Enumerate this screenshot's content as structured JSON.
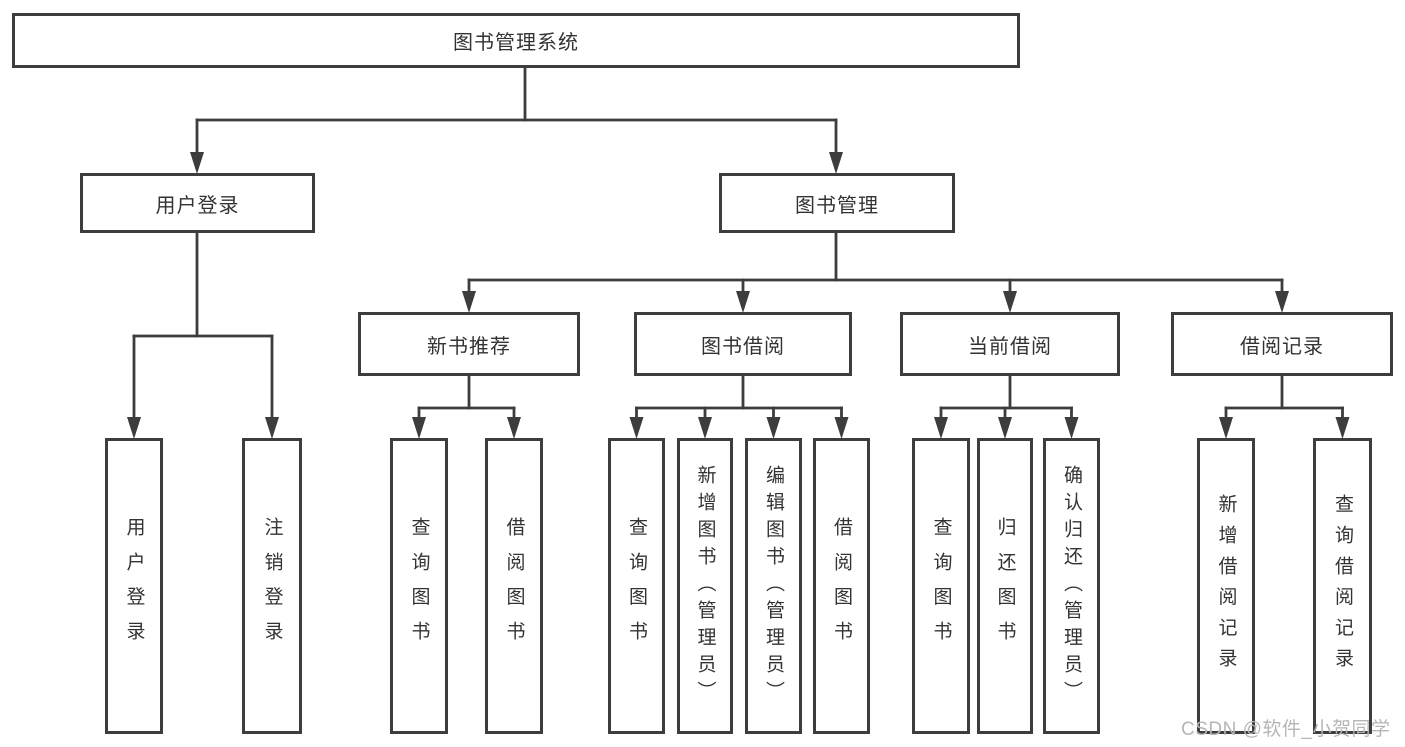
{
  "diagram_type": "hierarchy-tree",
  "colors": {
    "line": "#3d3d3d",
    "box_border": "#3d3d3d",
    "box_fill": "#ffffff",
    "text": "#333333",
    "watermark_text": "#b6b6b6"
  },
  "watermark": {
    "text": "CSDN @软件_小贺同学"
  },
  "tree": {
    "root": {
      "label": "图书管理系统",
      "children": [
        {
          "label": "用户登录",
          "children": [
            {
              "label": "用户登录"
            },
            {
              "label": "注销登录"
            }
          ]
        },
        {
          "label": "图书管理",
          "children": [
            {
              "label": "新书推荐",
              "children": [
                {
                  "label": "查询图书"
                },
                {
                  "label": "借阅图书"
                }
              ]
            },
            {
              "label": "图书借阅",
              "children": [
                {
                  "label": "查询图书"
                },
                {
                  "label": "新增图书（管理员）"
                },
                {
                  "label": "编辑图书（管理员）"
                },
                {
                  "label": "借阅图书"
                }
              ]
            },
            {
              "label": "当前借阅",
              "children": [
                {
                  "label": "查询图书"
                },
                {
                  "label": "归还图书"
                },
                {
                  "label": "确认归还（管理员）"
                }
              ]
            },
            {
              "label": "借阅记录",
              "children": [
                {
                  "label": "新增借阅记录"
                },
                {
                  "label": "查询借阅记录"
                }
              ]
            }
          ]
        }
      ]
    }
  }
}
